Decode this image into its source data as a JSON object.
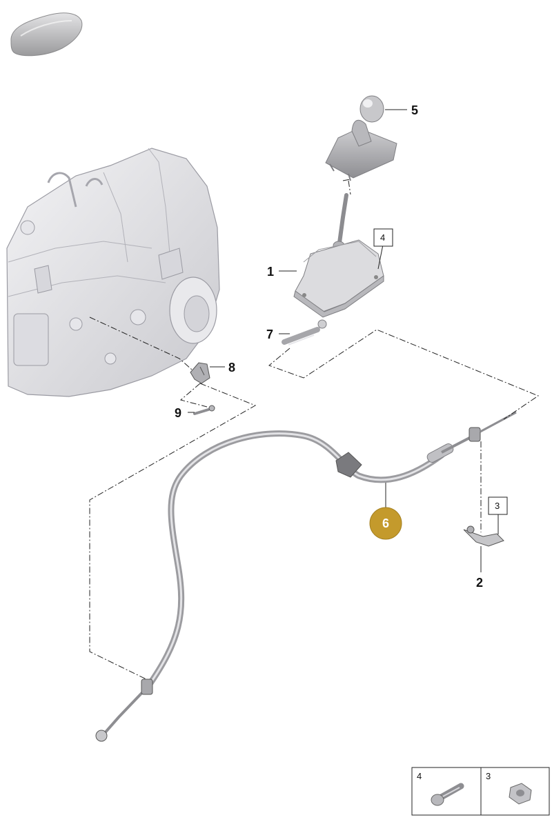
{
  "callouts": {
    "c1": "1",
    "c2": "2",
    "c4_box": "4",
    "c3_box": "3",
    "c5": "5",
    "c6": "6",
    "c7": "7",
    "c8": "8",
    "c9": "9"
  },
  "legend": {
    "left_num": "4",
    "right_num": "3",
    "left_icon": "bolt-icon",
    "right_icon": "hex-nut-icon"
  },
  "colors": {
    "highlight": "#c49a2c",
    "part_grey": "#d6d6d8",
    "line": "#222222"
  },
  "icons": [
    "car-silhouette-icon"
  ]
}
